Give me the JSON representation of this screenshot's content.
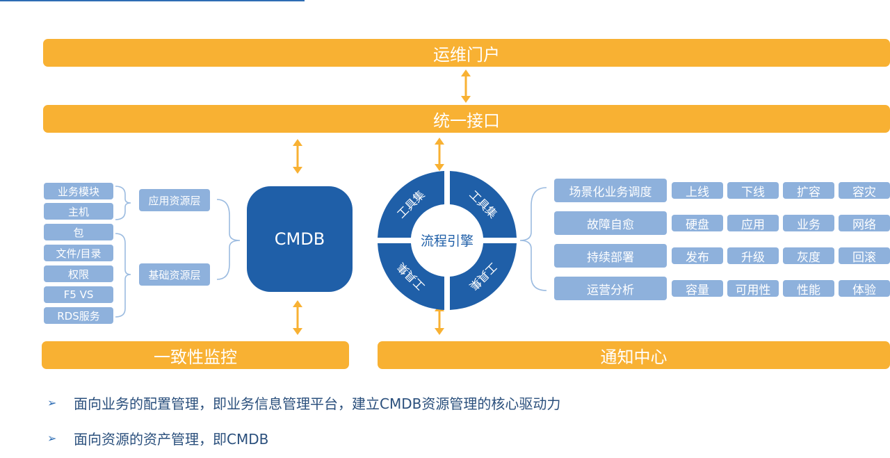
{
  "top_bars": {
    "portal": "运维门户",
    "api": "统一接口",
    "monitor": "一致性监控",
    "notify": "通知中心"
  },
  "left_items": [
    "业务模块",
    "主机",
    "包",
    "文件/目录",
    "权限",
    "F5 VS",
    "RDS服务"
  ],
  "layers": {
    "app": "应用资源层",
    "base": "基础资源层"
  },
  "cmdb_label": "CMDB",
  "engine": {
    "center": "流程引擎",
    "quadrant": "工具集"
  },
  "scenarios": [
    {
      "label": "场景化业务调度",
      "items": [
        "上线",
        "下线",
        "扩容",
        "容灾"
      ]
    },
    {
      "label": "故障自愈",
      "items": [
        "硬盘",
        "应用",
        "业务",
        "网络"
      ]
    },
    {
      "label": "持续部署",
      "items": [
        "发布",
        "升级",
        "灰度",
        "回滚"
      ]
    },
    {
      "label": "运营分析",
      "items": [
        "容量",
        "可用性",
        "性能",
        "体验"
      ]
    }
  ],
  "bullets": [
    "面向业务的配置管理，即业务信息管理平台，建立CMDB资源管理的核心驱动力",
    "面向资源的资产管理，即CMDB"
  ],
  "colors": {
    "orange": "#f8b133",
    "dark_blue": "#1f5fa8",
    "light_blue": "#8eb1dc"
  }
}
